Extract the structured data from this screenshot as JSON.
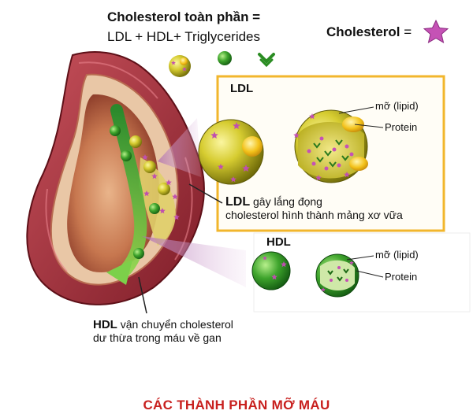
{
  "formula": {
    "title": "Cholesterol toàn phần =",
    "line2": "LDL + HDL+ Triglycerides"
  },
  "key": {
    "label": "Cholesterol",
    "equals": "="
  },
  "ldl_box": {
    "title": "LDL",
    "lipid_label": "mỡ (lipid)",
    "protein_label": "Protein"
  },
  "hdl_box": {
    "title": "HDL",
    "lipid_label": "mỡ (lipid)",
    "protein_label": "Protein"
  },
  "ldl_caption": {
    "bold": "LDL",
    "rest1": "gây lắng đọng",
    "line2": "cholesterol hình thành mảng xơ vữa"
  },
  "hdl_caption": {
    "bold": "HDL",
    "rest1": "vận chuyển cholesterol",
    "line2": "dư thừa trong máu về gan"
  },
  "footer": "CÁC THÀNH PHẦN MỠ MÁU",
  "colors": {
    "ldl_yellow": "#c8c020",
    "hdl_green": "#3aa52a",
    "star_purple": "#c04fb0",
    "box_border": "#f2b62c",
    "footer_red": "#c8201e",
    "artery_red": "#9e2630"
  }
}
